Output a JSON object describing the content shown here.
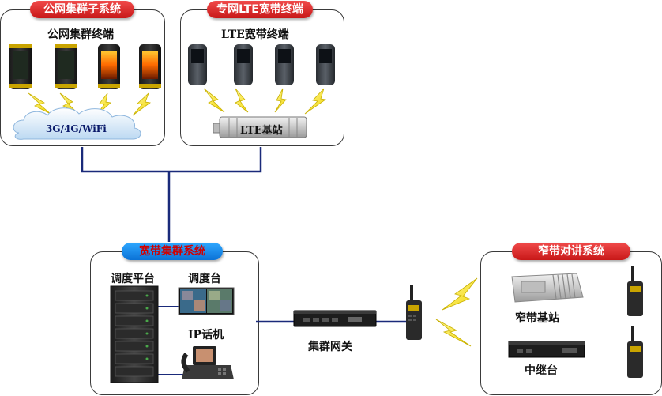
{
  "public_network": {
    "badge": "公网集群子系统",
    "terminals_label": "公网集群终端",
    "cloud_label": "3G/4G/WiFi"
  },
  "private_lte": {
    "badge": "专网LTE宽带终端",
    "terminals_label": "LTE宽带终端",
    "base_station_label": "LTE基站"
  },
  "broadband": {
    "badge": "宽带集群系统",
    "dispatch_platform": "调度平台",
    "dispatch_console": "调度台",
    "ip_phone": "IP话机"
  },
  "gateway": {
    "label": "集群网关"
  },
  "narrowband": {
    "badge": "窄带对讲系统",
    "base_station": "窄带基站",
    "repeater": "中继台"
  }
}
